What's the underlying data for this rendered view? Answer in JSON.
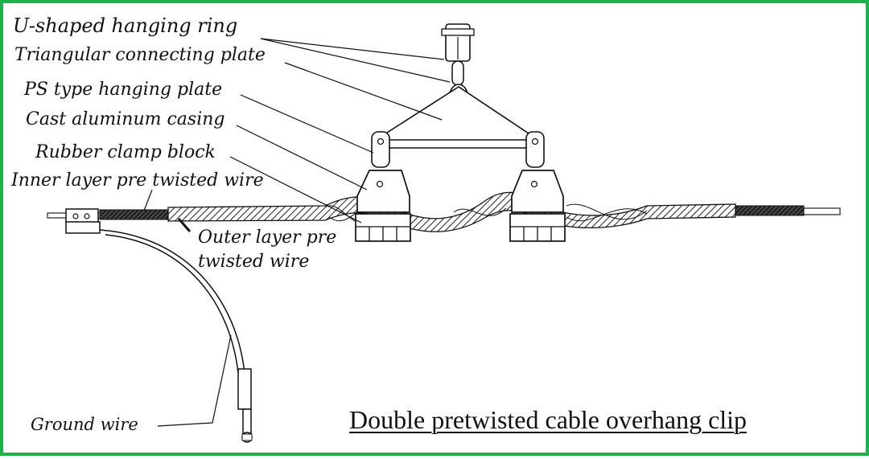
{
  "title": "Double pretwisted cable overhang clip",
  "labels": {
    "u_ring": "U-shaped hanging ring",
    "tri_plate": "Triangular connecting plate",
    "ps_plate": "PS type hanging plate",
    "casing": "Cast aluminum casing",
    "rubber": "Rubber clamp block",
    "inner": "Inner layer pre twisted wire",
    "outer_1": "Outer layer pre",
    "outer_2": "twisted wire",
    "ground": "Ground wire"
  },
  "colors": {
    "border": "#1db34a",
    "ink": "#111111"
  }
}
